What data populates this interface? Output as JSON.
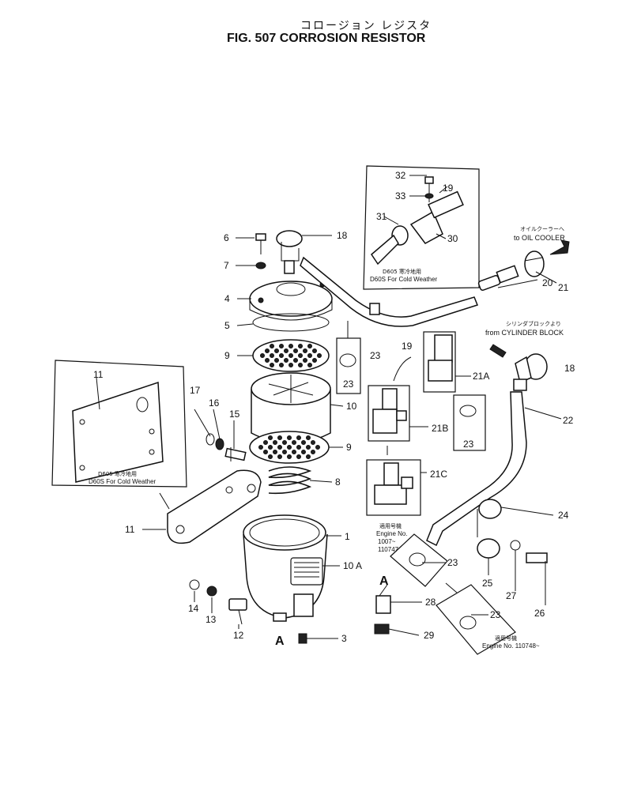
{
  "title": {
    "japanese": "コロージョン レジスタ",
    "english": "FIG. 507  CORROSION RESISTOR"
  },
  "labels": {
    "p1": "1",
    "p3": "3",
    "p4": "4",
    "p5": "5",
    "p6": "6",
    "p7": "7",
    "p8": "8",
    "p9a": "9",
    "p9b": "9",
    "p10": "10",
    "p10a": "10 A",
    "p11a": "11",
    "p11b": "11",
    "p12": "12",
    "p13": "13",
    "p14": "14",
    "p15": "15",
    "p16": "16",
    "p17": "17",
    "p18a": "18",
    "p18b": "18",
    "p19a": "19",
    "p19b": "19",
    "p20": "20",
    "p21": "21",
    "p21a": "21A",
    "p21b": "21B",
    "p21c": "21C",
    "p22": "22",
    "p23a": "23",
    "p23b": "23",
    "p23c": "23",
    "p23d": "23",
    "p23e": "23",
    "p24": "24",
    "p25": "25",
    "p26": "26",
    "p27": "27",
    "p28": "28",
    "p29": "29",
    "p30": "30",
    "p31": "31",
    "p32": "32",
    "p33": "33",
    "markerA1": "A",
    "markerA2": "A"
  },
  "notes": {
    "oil_cooler_jp": "オイルクーラーへ",
    "oil_cooler_en": "to OIL COOLER",
    "cyl_block_jp": "シリンダブロックより",
    "cyl_block_en": "from CYLINDER BLOCK",
    "cold1_jp": "D605  寒冷地用",
    "cold1_en": "D60S For Cold Weather",
    "cold2_jp": "D605  寒冷地用",
    "cold2_en": "D60S For Cold Weather",
    "eng1_jp": "適用号機",
    "eng1_no": "Engine No.",
    "eng1_range1": "1007~",
    "eng1_range2": "110747",
    "eng2_jp": "適用号機",
    "eng2_no": "Engine No. 110748~"
  }
}
